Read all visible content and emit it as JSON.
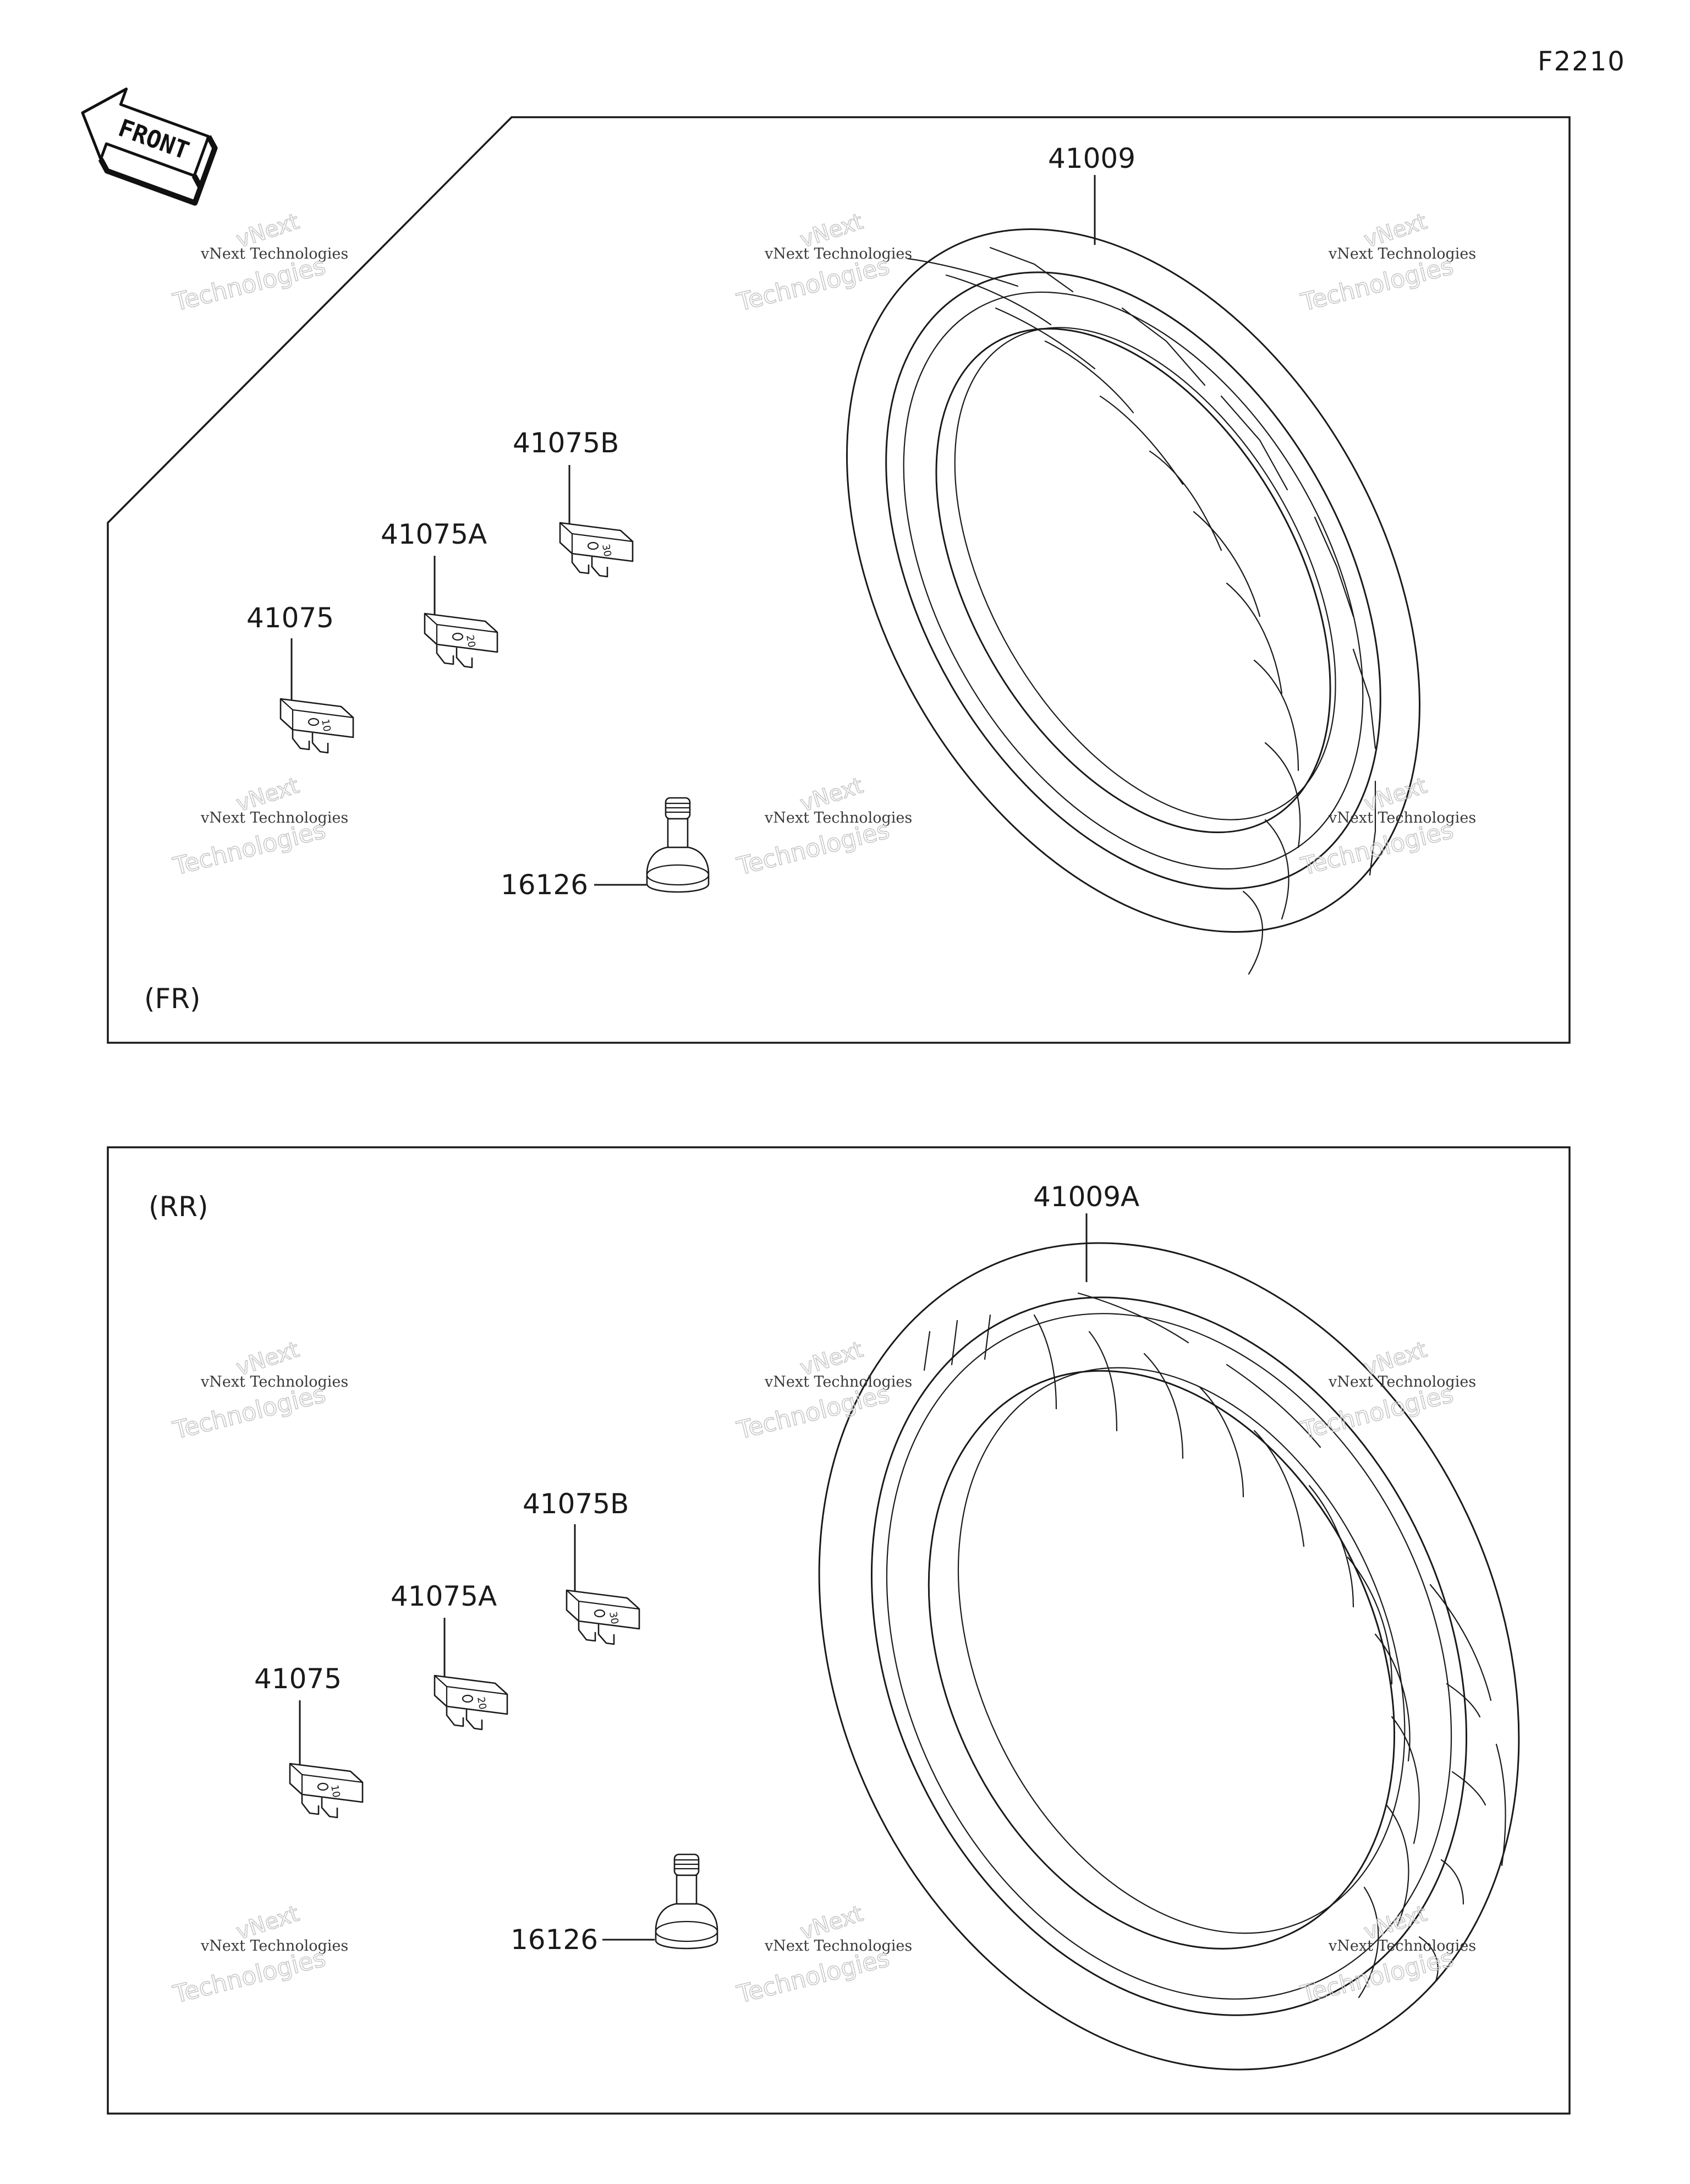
{
  "figure_id": "F2210",
  "front_label": "FRONT",
  "watermark": {
    "line1": "vNext Technologies",
    "line2": "Technologies",
    "line3": "vNext"
  },
  "panels": {
    "front": {
      "tag": "(FR)",
      "parts": {
        "tire": "41009",
        "weight_30": "41075B",
        "weight_20": "41075A",
        "weight_10": "41075",
        "valve": "16126"
      }
    },
    "rear": {
      "tag": "(RR)",
      "parts": {
        "tire": "41009A",
        "weight_30": "41075B",
        "weight_20": "41075A",
        "weight_10": "41075",
        "valve": "16126"
      }
    }
  },
  "weight_marks": {
    "w10": "10",
    "w20": "20",
    "w30": "30"
  }
}
